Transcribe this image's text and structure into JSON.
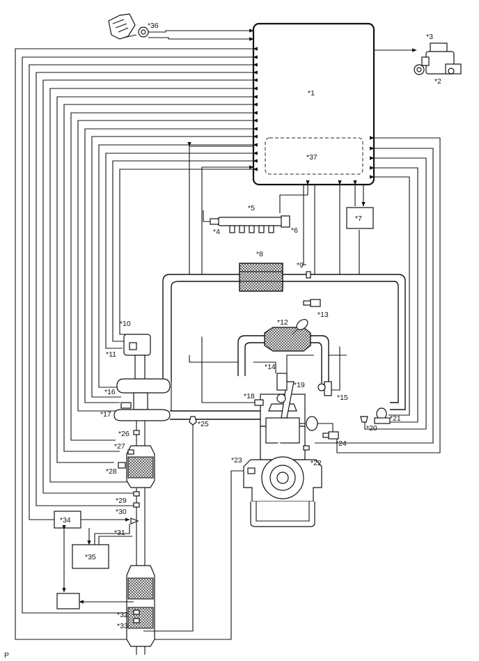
{
  "labels": {
    "ecm": "*1",
    "pump_body": "*2",
    "pump_valve": "*3",
    "rail_left": "*4",
    "common_rail": "*5",
    "rail_right": "*6",
    "box7": "*7",
    "intercooler": "*8",
    "s9": "*9",
    "turbo_top": "*10",
    "s11": "*11",
    "egr_cooler": "*12",
    "s13": "*13",
    "s14": "*14",
    "s15": "*15",
    "s16": "*16",
    "s17": "*17",
    "s18": "*18",
    "injector": "*19",
    "s20": "*20",
    "s21": "*21",
    "s22": "*22",
    "crank": "*23",
    "s24": "*24",
    "s25": "*25",
    "s26": "*26",
    "s27": "*27",
    "s28": "*28",
    "s29": "*29",
    "s30": "*30",
    "s31": "*31",
    "s32": "*32",
    "s33": "*33",
    "box34": "*34",
    "box35": "*35",
    "pedal": "*36",
    "dashed": "*37"
  },
  "corner_letter": "P"
}
